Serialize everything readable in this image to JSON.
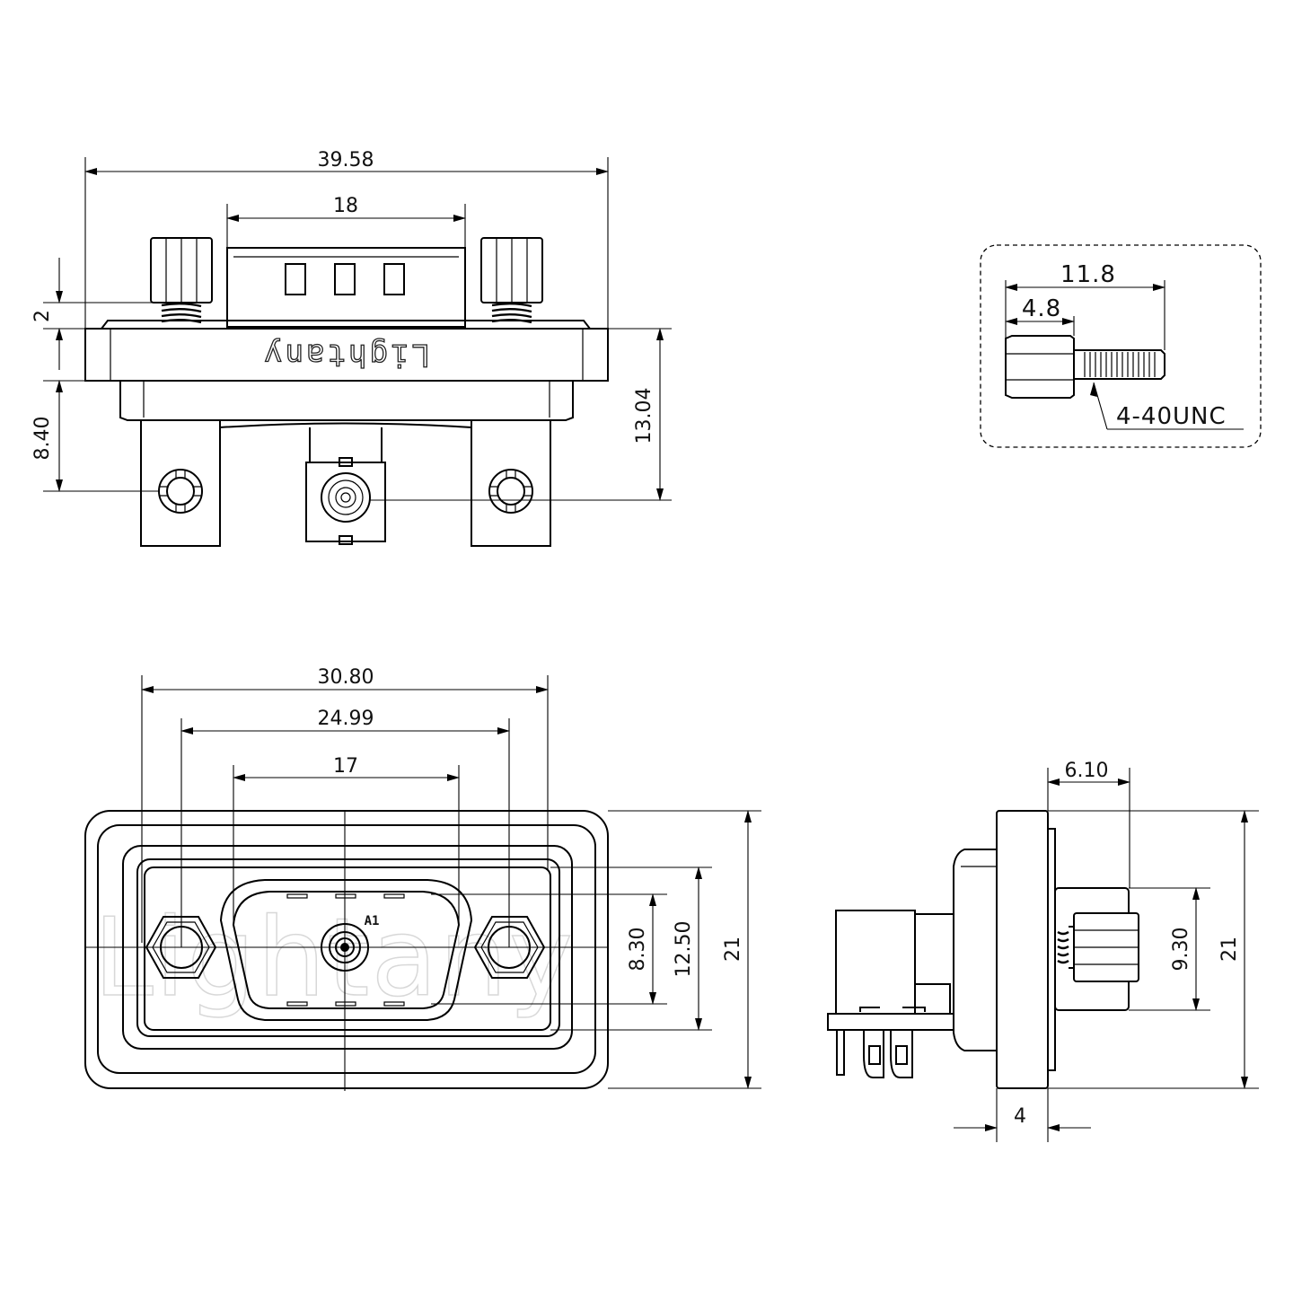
{
  "front_view": {
    "brand": "Lightany",
    "dims": {
      "overall_width": "39.58",
      "shell_width": "18",
      "flange_thickness": "2",
      "pin_offset": "8.40",
      "total_height": "13.04"
    }
  },
  "inset": {
    "dims": {
      "screw_length": "11.8",
      "hex_length": "4.8"
    },
    "thread_label": "4-40UNC"
  },
  "panel_view": {
    "watermark": "Lightany",
    "pin_label": "A1",
    "dims": {
      "outer_width": "30.80",
      "hole_spacing": "24.99",
      "shell_width": "17",
      "inner_height": "8.30",
      "cutout_height": "12.50",
      "flange_height": "21"
    }
  },
  "side_view": {
    "dims": {
      "screw_protrusion": "6.10",
      "hex_height": "9.30",
      "flange_height": "21",
      "flange_thickness": "4"
    }
  }
}
